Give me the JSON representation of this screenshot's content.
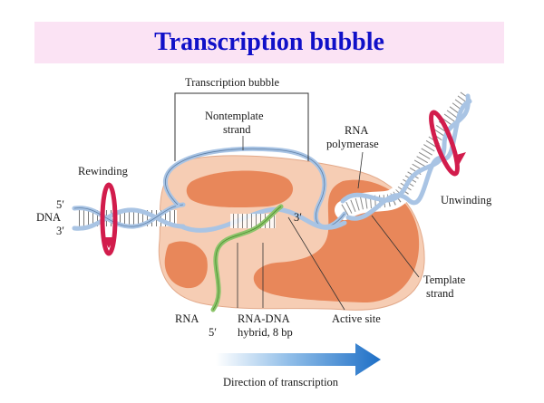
{
  "title": "Transcription bubble",
  "labels": {
    "bubble": "Transcription bubble",
    "nontemplate_1": "Nontemplate",
    "nontemplate_2": "strand",
    "rna_pol_1": "RNA",
    "rna_pol_2": "polymerase",
    "rewinding": "Rewinding",
    "unwinding": "Unwinding",
    "five_prime_dna": "5′",
    "dna": "DNA",
    "three_prime_dna": "3′",
    "three_prime_rna": "3′",
    "template_1": "Template",
    "template_2": "strand",
    "rna": "RNA",
    "five_prime_rna": "5′",
    "hybrid_1": "RNA-DNA",
    "hybrid_2": "hybrid, 8 bp",
    "active_site": "Active site",
    "direction": "Direction of transcription"
  },
  "colors": {
    "title_text": "#1010c8",
    "title_band": "#fbe3f4",
    "polymerase_light": "#f6cdb4",
    "polymerase_dark": "#e8875a",
    "dna_strand": "#a9c4e4",
    "rna_strand": "#8cc46a",
    "rotation_arrow": "#d21c4c",
    "direction_arrow": "#2b7ccf"
  }
}
